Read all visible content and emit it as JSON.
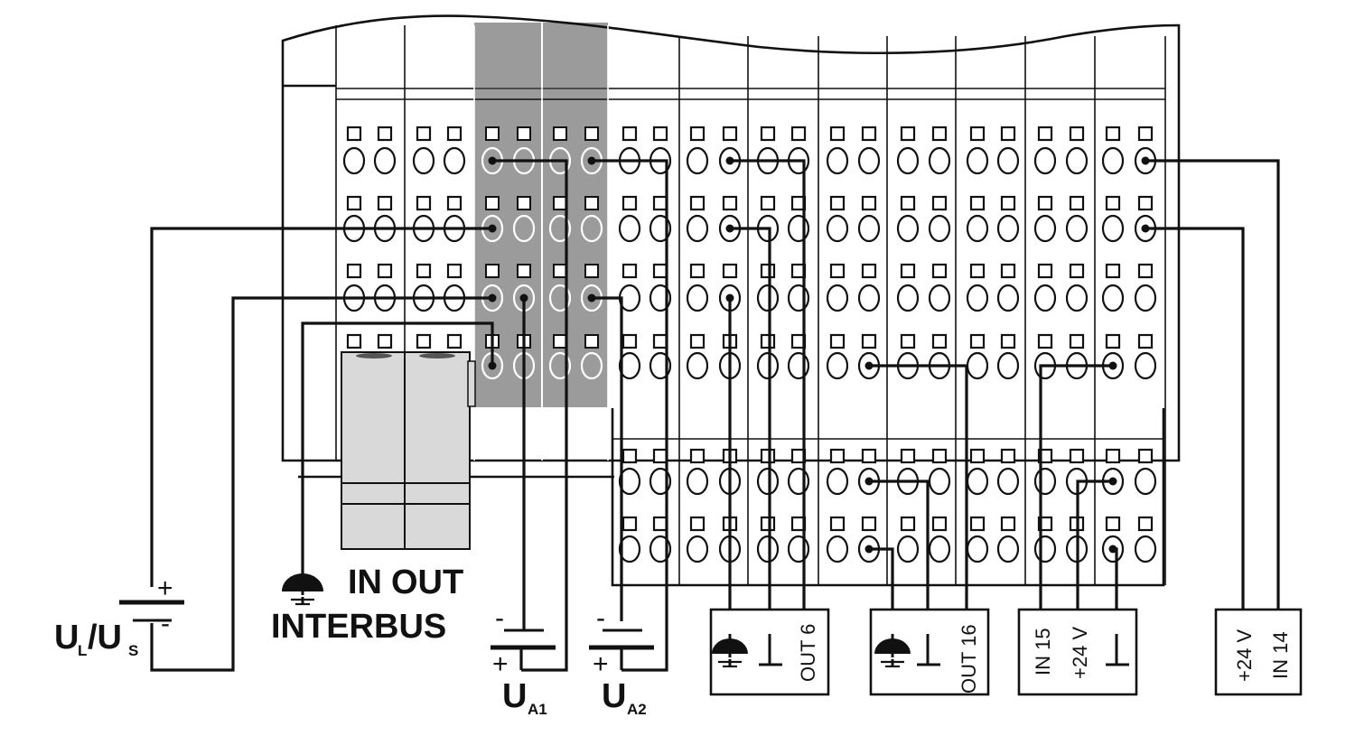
{
  "diagram": {
    "labels": {
      "ul_us": "U",
      "ul_sub": "L",
      "us_sep": "/U",
      "us_sub": "S",
      "plus": "+",
      "minus": "-",
      "ua1_main": "U",
      "ua1_sub": "A1",
      "ua2_main": "U",
      "ua2_sub": "A2",
      "in_label": "IN",
      "out_label": "OUT",
      "interbus": "INTERBUS"
    },
    "boxes": [
      {
        "id": "box-out6",
        "items": [
          "OUT 6"
        ]
      },
      {
        "id": "box-out16",
        "items": [
          "OUT 16"
        ]
      },
      {
        "id": "box-in15",
        "items": [
          "IN 15",
          "+24 V"
        ]
      },
      {
        "id": "box-in14",
        "items": [
          "+24 V",
          "IN 14"
        ]
      }
    ],
    "symbols": {
      "ground": "⏚",
      "reference": "⊥"
    },
    "colors": {
      "line": "#111111",
      "highlight_module": "#9b9b9b",
      "connector": "#d9d9d9"
    }
  }
}
